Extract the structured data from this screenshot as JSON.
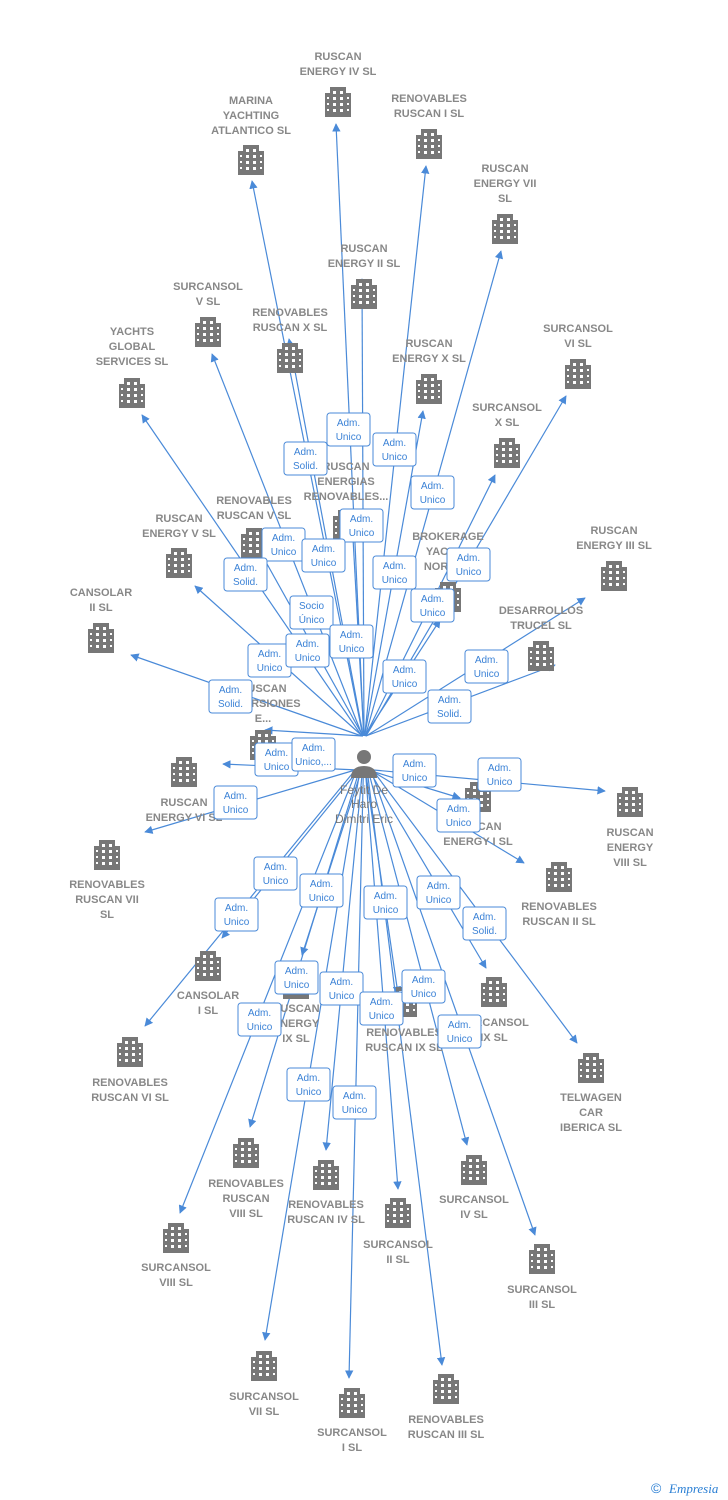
{
  "person": {
    "name_lines": [
      "Feytit De",
      "Haro",
      "Dimitri Eric"
    ],
    "icon": "person-icon"
  },
  "colors": {
    "edge": "#4a8ad8",
    "building": "#777777",
    "label": "#888888",
    "person": "#777777",
    "box_border": "#4a8ad8",
    "box_text": "#3b82d6"
  },
  "companies": [
    {
      "lines": [
        "RUSCAN",
        "ENERGY IV  SL"
      ]
    },
    {
      "lines": [
        "MARINA",
        "YACHTING",
        "ATLANTICO  SL"
      ]
    },
    {
      "lines": [
        "RENOVABLES",
        "RUSCAN I  SL"
      ]
    },
    {
      "lines": [
        "RUSCAN",
        "ENERGY VII",
        "SL"
      ]
    },
    {
      "lines": [
        "RUSCAN",
        "ENERGY II  SL"
      ]
    },
    {
      "lines": [
        "SURCANSOL",
        "V  SL"
      ]
    },
    {
      "lines": [
        "RENOVABLES",
        "RUSCAN X  SL"
      ]
    },
    {
      "lines": [
        "YACHTS",
        "GLOBAL",
        "SERVICES  SL"
      ]
    },
    {
      "lines": [
        "SURCANSOL",
        "VI  SL"
      ]
    },
    {
      "lines": [
        "RUSCAN",
        "ENERGY X  SL"
      ]
    },
    {
      "lines": [
        "SURCANSOL",
        "X  SL"
      ]
    },
    {
      "lines": [
        "RUSCAN",
        "ENERGIAS",
        "RENOVABLES..."
      ]
    },
    {
      "lines": [
        "RENOVABLES",
        "RUSCAN V  SL"
      ]
    },
    {
      "lines": [
        "RUSCAN",
        "ENERGY V  SL"
      ]
    },
    {
      "lines": [
        "BROKERAGE",
        "YACHTS",
        "NORTH..."
      ]
    },
    {
      "lines": [
        "RUSCAN",
        "ENERGY III  SL"
      ]
    },
    {
      "lines": [
        "CANSOLAR",
        "II  SL"
      ]
    },
    {
      "lines": [
        "DESARROLLOS",
        "TRUCEL  SL"
      ]
    },
    {
      "lines": [
        "RUSCAN",
        "INVERSIONES",
        "E..."
      ]
    },
    {
      "lines": [
        "RUSCAN",
        "ENERGY VI  SL"
      ]
    },
    {
      "lines": [
        "RUSCAN",
        "ENERGY I  SL"
      ]
    },
    {
      "lines": [
        "RUSCAN",
        "ENERGY",
        "VIII  SL"
      ]
    },
    {
      "lines": [
        "RENOVABLES",
        "RUSCAN VII",
        "SL"
      ]
    },
    {
      "lines": [
        "RENOVABLES",
        "RUSCAN II  SL"
      ]
    },
    {
      "lines": [
        "CANSOLAR",
        "I  SL"
      ]
    },
    {
      "lines": [
        "RUSCAN",
        "ENERGY",
        "IX  SL"
      ]
    },
    {
      "lines": [
        "RENOVABLES",
        "RUSCAN IX  SL"
      ]
    },
    {
      "lines": [
        "SURCANSOL",
        "IX  SL"
      ]
    },
    {
      "lines": [
        "RENOVABLES",
        "RUSCAN VI  SL"
      ]
    },
    {
      "lines": [
        "TELWAGEN",
        "CAR",
        "IBERICA  SL"
      ]
    },
    {
      "lines": [
        "RENOVABLES",
        "RUSCAN",
        "VIII  SL"
      ]
    },
    {
      "lines": [
        "RENOVABLES",
        "RUSCAN IV  SL"
      ]
    },
    {
      "lines": [
        "SURCANSOL",
        "IV  SL"
      ]
    },
    {
      "lines": [
        "SURCANSOL",
        "II  SL"
      ]
    },
    {
      "lines": [
        "SURCANSOL",
        "VIII  SL"
      ]
    },
    {
      "lines": [
        "SURCANSOL",
        "III  SL"
      ]
    },
    {
      "lines": [
        "SURCANSOL",
        "VII  SL"
      ]
    },
    {
      "lines": [
        "SURCANSOL",
        "I  SL"
      ]
    },
    {
      "lines": [
        "RENOVABLES",
        "RUSCAN III  SL"
      ]
    }
  ],
  "relations": [
    {
      "lines": [
        "Adm.",
        "Unico"
      ]
    },
    {
      "lines": [
        "Adm.",
        "Solid."
      ]
    },
    {
      "lines": [
        "Adm.",
        "Unico"
      ]
    },
    {
      "lines": [
        "Adm.",
        "Unico"
      ]
    },
    {
      "lines": [
        "Adm.",
        "Unico"
      ]
    },
    {
      "lines": [
        "Adm.",
        "Unico"
      ]
    },
    {
      "lines": [
        "Adm.",
        "Solid."
      ]
    },
    {
      "lines": [
        "Adm.",
        "Unico"
      ]
    },
    {
      "lines": [
        "Adm.",
        "Unico"
      ]
    },
    {
      "lines": [
        "Adm.",
        "Unico"
      ]
    },
    {
      "lines": [
        "Adm.",
        "Unico"
      ]
    },
    {
      "lines": [
        "Socio",
        "Único"
      ]
    },
    {
      "lines": [
        "Adm.",
        "Unico"
      ]
    },
    {
      "lines": [
        "Adm.",
        "Unico"
      ]
    },
    {
      "lines": [
        "Adm.",
        "Unico"
      ]
    },
    {
      "lines": [
        "Adm.",
        "Unico"
      ]
    },
    {
      "lines": [
        "Adm.",
        "Solid."
      ]
    },
    {
      "lines": [
        "Adm.",
        "Unico"
      ]
    },
    {
      "lines": [
        "Adm.",
        "Solid."
      ]
    },
    {
      "lines": [
        "Adm.",
        "Unico"
      ]
    },
    {
      "lines": [
        "Adm.",
        "Unico,..."
      ]
    },
    {
      "lines": [
        "Adm.",
        "Unico"
      ]
    },
    {
      "lines": [
        "Adm.",
        "Unico"
      ]
    },
    {
      "lines": [
        "Adm.",
        "Unico"
      ]
    },
    {
      "lines": [
        "Adm.",
        "Unico"
      ]
    },
    {
      "lines": [
        "Adm.",
        "Unico"
      ]
    },
    {
      "lines": [
        "Adm.",
        "Unico"
      ]
    },
    {
      "lines": [
        "Adm.",
        "Unico"
      ]
    },
    {
      "lines": [
        "Adm.",
        "Unico"
      ]
    },
    {
      "lines": [
        "Adm.",
        "Unico"
      ]
    },
    {
      "lines": [
        "Adm.",
        "Solid."
      ]
    },
    {
      "lines": [
        "Adm.",
        "Unico"
      ]
    },
    {
      "lines": [
        "Adm.",
        "Unico"
      ]
    },
    {
      "lines": [
        "Adm.",
        "Unico"
      ]
    },
    {
      "lines": [
        "Adm.",
        "Unico"
      ]
    },
    {
      "lines": [
        "Adm.",
        "Unico"
      ]
    },
    {
      "lines": [
        "Adm.",
        "Unico"
      ]
    },
    {
      "lines": [
        "Adm.",
        "Unico"
      ]
    },
    {
      "lines": [
        "Adm.",
        "Unico"
      ]
    }
  ],
  "footer": {
    "copyright_symbol": "©",
    "brand": "Empresia"
  }
}
